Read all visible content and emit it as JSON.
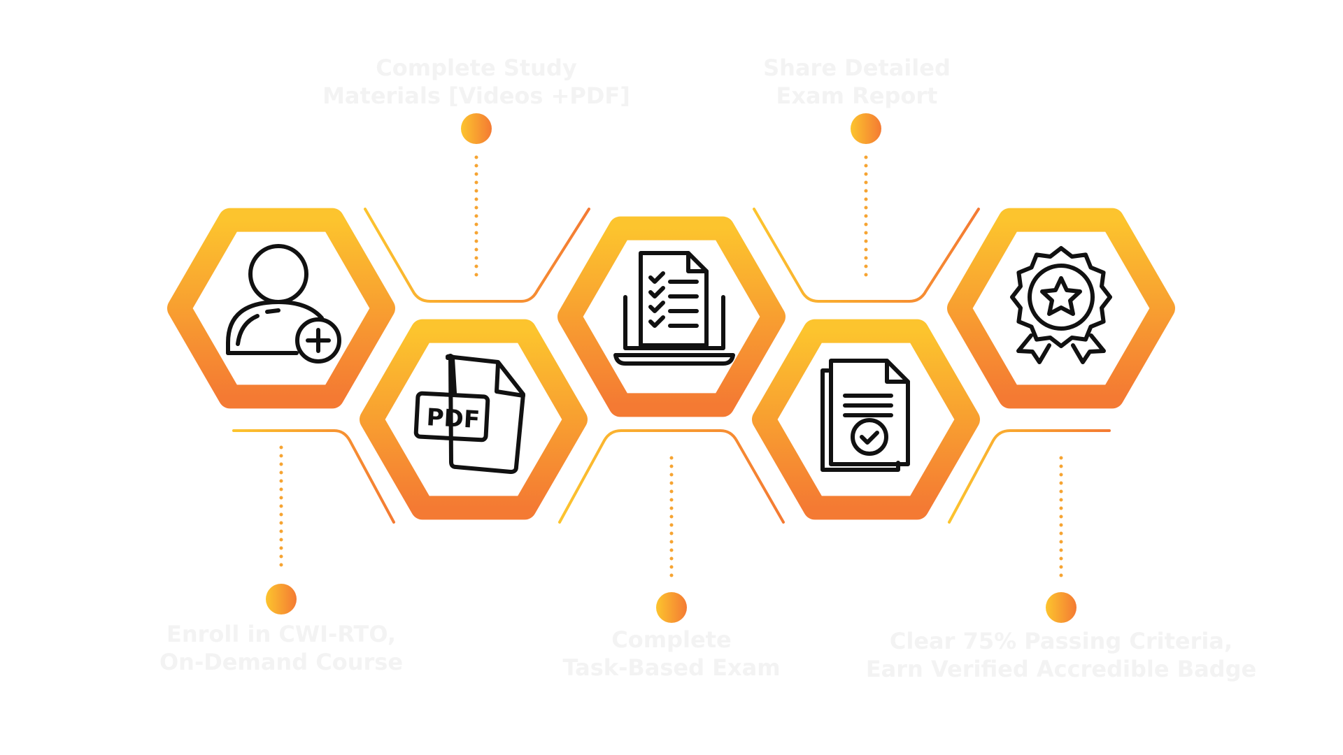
{
  "colors": {
    "gradient_top": "#fcc42e",
    "gradient_bottom": "#f47a33",
    "label": "#f3f3f3",
    "icon": "#111111"
  },
  "steps": [
    {
      "icon": "add-user-icon",
      "label": [
        "Enroll in CWI-RTO,",
        "On-Demand Course"
      ]
    },
    {
      "icon": "pdf-file-icon",
      "label": [
        "Complete Study",
        "Materials [Videos +PDF]"
      ]
    },
    {
      "icon": "laptop-checklist-icon",
      "label": [
        "Complete",
        "Task-Based Exam"
      ]
    },
    {
      "icon": "document-check-icon",
      "label": [
        "Share Detailed",
        "Exam Report"
      ]
    },
    {
      "icon": "award-badge-icon",
      "label": [
        "Clear 75% Passing Criteria,",
        "Earn Verified Accredible Badge"
      ]
    }
  ]
}
